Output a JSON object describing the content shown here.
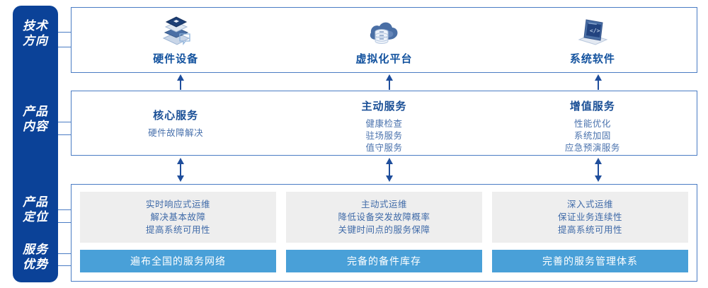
{
  "rail": {
    "items": [
      {
        "id": "tech-direction",
        "lines": [
          "技术",
          "方向"
        ]
      },
      {
        "id": "product-content",
        "lines": [
          "产品",
          "内容"
        ]
      },
      {
        "id": "product-position",
        "lines": [
          "产品",
          "定位"
        ]
      },
      {
        "id": "service-advantage",
        "lines": [
          "服务",
          "优势"
        ]
      }
    ]
  },
  "tech": {
    "columns": [
      {
        "id": "hardware",
        "icon": "server-stack-icon",
        "label": "硬件设备"
      },
      {
        "id": "virtualization",
        "icon": "cloud-database-icon",
        "label": "虚拟化平台"
      },
      {
        "id": "system-software",
        "icon": "laptop-code-icon",
        "label": "系统软件"
      }
    ]
  },
  "content": {
    "columns": [
      {
        "id": "core-service",
        "title": "核心服务",
        "items": [
          "硬件故障解决"
        ]
      },
      {
        "id": "proactive-service",
        "title": "主动服务",
        "items": [
          "健康检查",
          "驻场服务",
          "值守服务"
        ]
      },
      {
        "id": "value-added-service",
        "title": "增值服务",
        "items": [
          "性能优化",
          "系统加固",
          "应急预演服务"
        ]
      }
    ]
  },
  "positioning": {
    "boxes": [
      {
        "id": "realtime",
        "lines": [
          "实时响应式运维",
          "解决基本故障",
          "提高系统可用性"
        ]
      },
      {
        "id": "proactive",
        "lines": [
          "主动式运维",
          "降低设备突发故障概率",
          "关键时间点的服务保障"
        ]
      },
      {
        "id": "deep",
        "lines": [
          "深入式运维",
          "保证业务连续性",
          "提高系统可用性"
        ]
      }
    ]
  },
  "advantages": {
    "bars": [
      {
        "id": "nationwide-network",
        "label": "遍布全国的服务网络"
      },
      {
        "id": "spare-parts",
        "label": "完备的备件库存"
      },
      {
        "id": "management-system",
        "label": "完善的服务管理体系"
      }
    ]
  },
  "colors": {
    "rail_blue": "#0b4298",
    "panel_border": "#4a7cc4",
    "title_blue": "#1a4f96",
    "body_blue": "#4a72ad",
    "grey_box": "#eeeeee",
    "bar_blue": "#49a0d8",
    "arrow_blue": "#1f4e9c"
  }
}
